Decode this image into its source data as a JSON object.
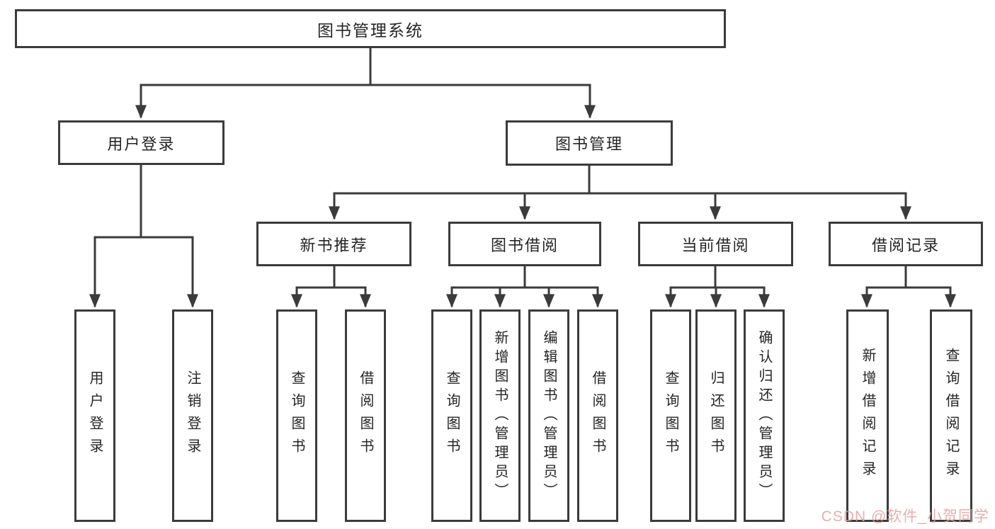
{
  "diagram": {
    "title": "图书管理系统",
    "root": {
      "label": "图书管理系统"
    },
    "level2": [
      {
        "id": "user-login",
        "label": "用户登录"
      },
      {
        "id": "book-management",
        "label": "图书管理"
      }
    ],
    "level3": [
      {
        "id": "new-book-recommend",
        "label": "新书推荐",
        "parent": "book-management"
      },
      {
        "id": "book-borrow",
        "label": "图书借阅",
        "parent": "book-management"
      },
      {
        "id": "current-borrow",
        "label": "当前借阅",
        "parent": "book-management"
      },
      {
        "id": "borrow-records",
        "label": "借阅记录",
        "parent": "book-management"
      }
    ],
    "leaves": [
      {
        "id": "user-login-leaf",
        "label": "用户登录",
        "parent": "user-login"
      },
      {
        "id": "logout",
        "label": "注销登录",
        "parent": "user-login"
      },
      {
        "id": "query-books-recommend",
        "label": "查询图书",
        "parent": "new-book-recommend"
      },
      {
        "id": "borrow-books-recommend",
        "label": "借阅图书",
        "parent": "new-book-recommend"
      },
      {
        "id": "query-books-borrow",
        "label": "查询图书",
        "parent": "book-borrow"
      },
      {
        "id": "add-book-admin",
        "label": "新增图书（管理员）",
        "parent": "book-borrow"
      },
      {
        "id": "edit-book-admin",
        "label": "编辑图书（管理员）",
        "parent": "book-borrow"
      },
      {
        "id": "borrow-books-borrow",
        "label": "借阅图书",
        "parent": "book-borrow"
      },
      {
        "id": "query-books-current",
        "label": "查询图书",
        "parent": "current-borrow"
      },
      {
        "id": "return-book",
        "label": "归还图书",
        "parent": "current-borrow"
      },
      {
        "id": "confirm-return-admin",
        "label": "确认归还（管理员）",
        "parent": "current-borrow"
      },
      {
        "id": "add-borrow-record",
        "label": "新增借阅记录",
        "parent": "borrow-records"
      },
      {
        "id": "query-borrow-record",
        "label": "查询借阅记录",
        "parent": "borrow-records"
      }
    ]
  },
  "watermark": {
    "text": "CSDN @软件_小贺同学"
  },
  "colors": {
    "line": "#3b3b3b",
    "text": "#222222",
    "background": "#ffffff",
    "watermark": "#e5a0a0"
  }
}
